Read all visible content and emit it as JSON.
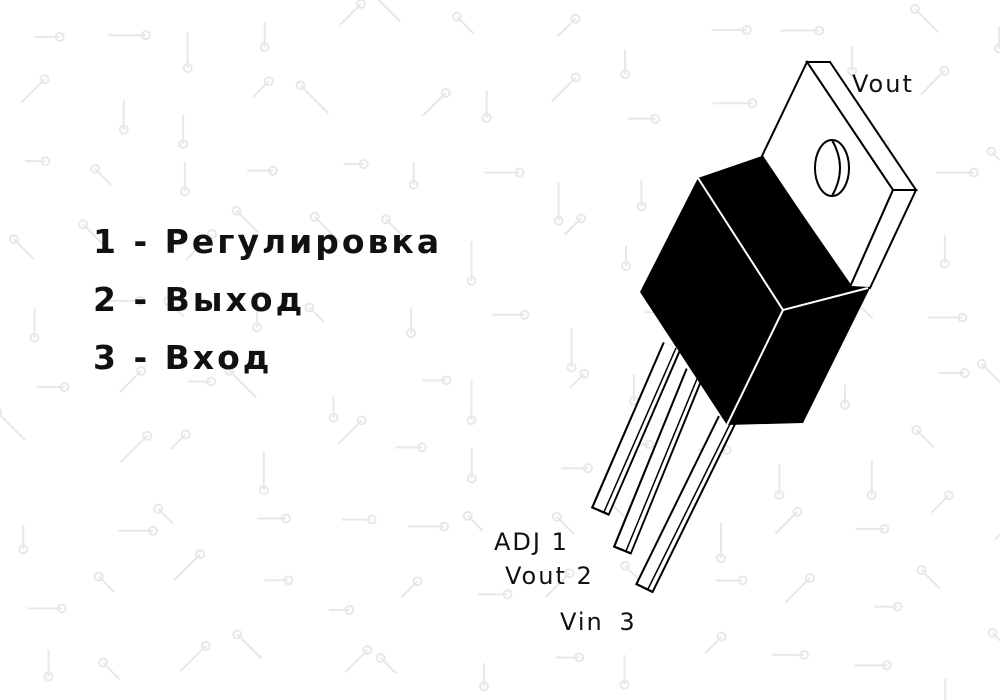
{
  "legend": {
    "items": [
      "1 - Регулировка",
      "2 - Выход",
      "3 - Вход"
    ]
  },
  "labels": {
    "tab": "Vout",
    "pin1": "ADJ 1",
    "pin2": "Vout 2",
    "pin3": "Vin 3"
  },
  "colors": {
    "body": "#000000",
    "background": "#ffffff",
    "pattern": "#e6e8eb"
  }
}
